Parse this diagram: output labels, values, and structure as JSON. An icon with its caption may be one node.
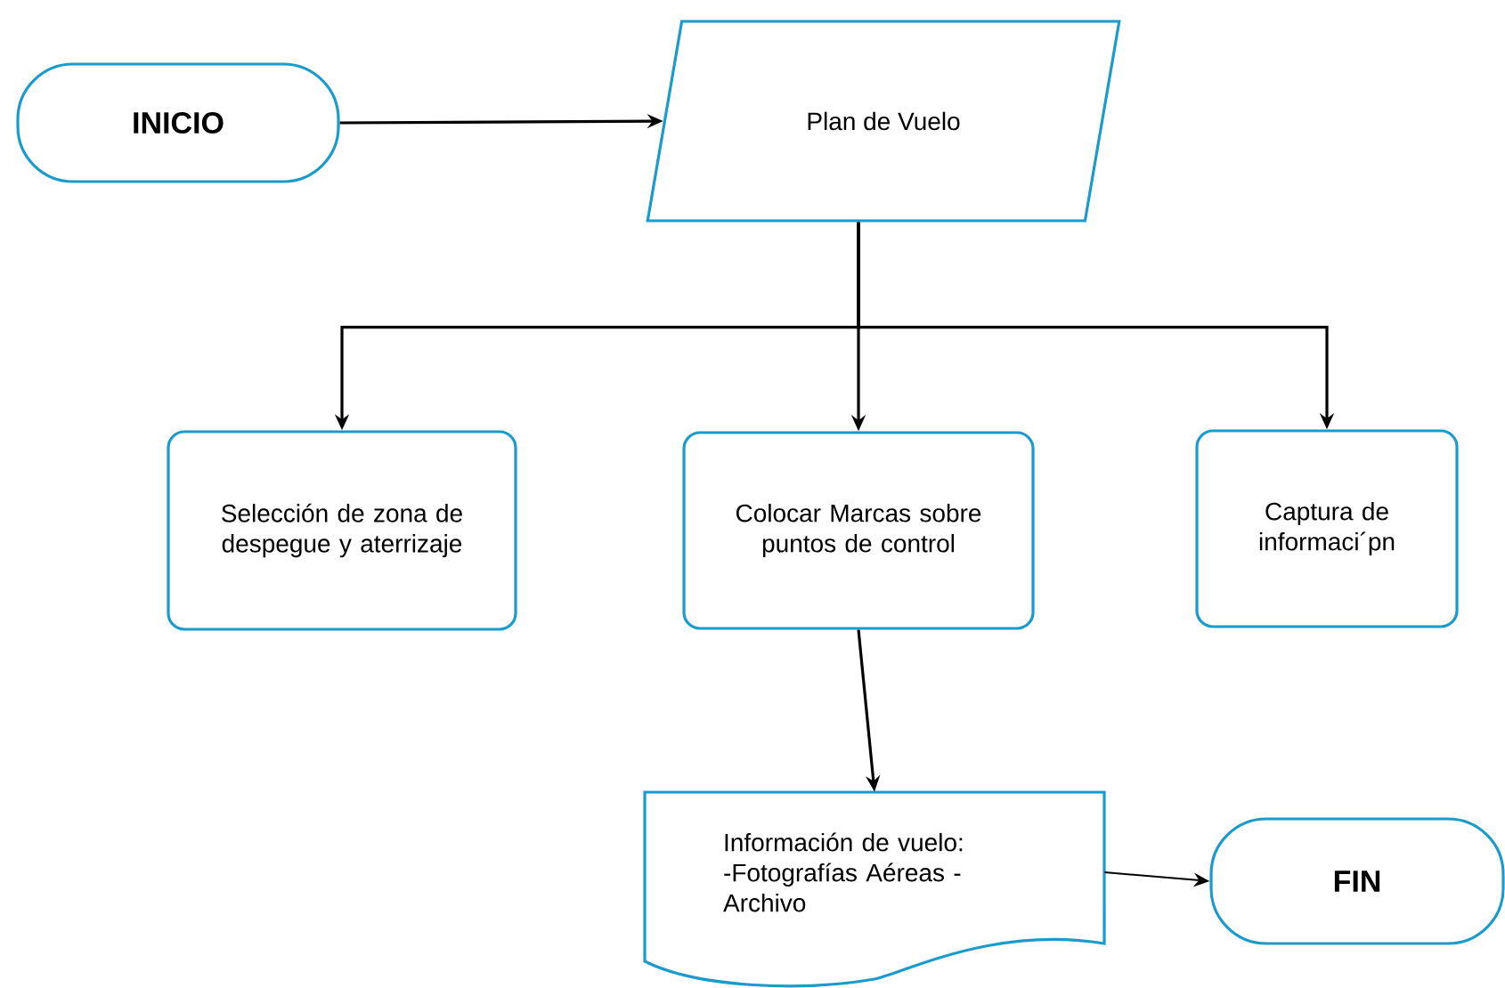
{
  "diagram": {
    "nodes": [
      {
        "text": [
          "INICIO"
        ]
      },
      {
        "text": [
          "Plan de Vuelo"
        ]
      },
      {
        "text": [
          "Selección de zona de despegue y aterrizaje"
        ]
      },
      {
        "text": [
          "Colocar Marcas sobre puntos de control"
        ]
      },
      {
        "text": [
          "Captura de informaci´pn"
        ]
      },
      {
        "text": [
          "Información de vuelo: -Fotografías Aéreas -Archivo"
        ]
      },
      {
        "text": [
          "FIN"
        ]
      }
    ],
    "edges": [
      {
        "from": 0,
        "to": 1,
        "arrow": "to"
      },
      {
        "from": 1,
        "to": 2,
        "arrow": "to"
      },
      {
        "from": 1,
        "to": 3,
        "arrow": "to"
      },
      {
        "from": 1,
        "to": 4,
        "arrow": "to"
      },
      {
        "from": 3,
        "to": 5,
        "arrow": "to"
      },
      {
        "from": 5,
        "to": 6,
        "arrow": "to"
      }
    ]
  }
}
